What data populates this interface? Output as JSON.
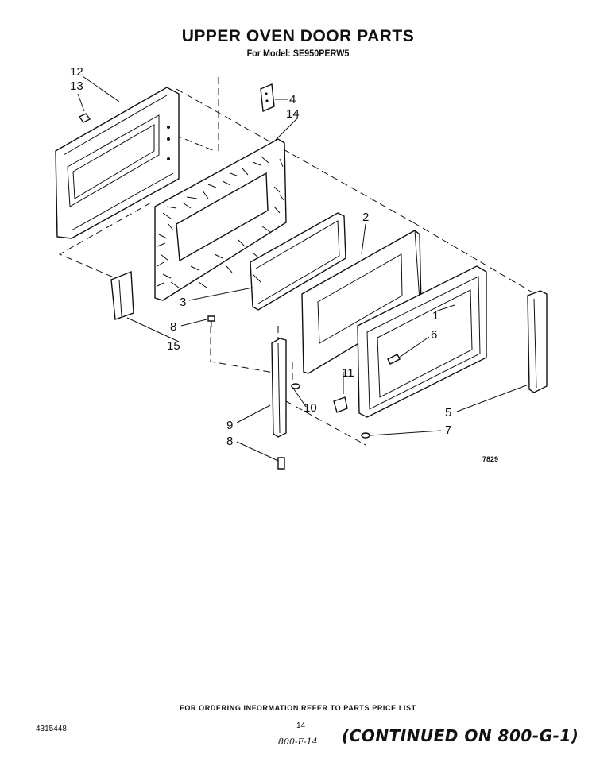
{
  "title": "UPPER OVEN DOOR PARTS",
  "subtitle": "For Model: SE950PERW5",
  "callouts": {
    "c12": "12",
    "c13": "13",
    "c4": "4",
    "c14": "14",
    "c2": "2",
    "c3": "3",
    "c8a": "8",
    "c15": "15",
    "c1": "1",
    "c6": "6",
    "c11": "11",
    "c10": "10",
    "c9": "9",
    "c8b": "8",
    "c5": "5",
    "c7": "7"
  },
  "figure_number": "7829",
  "footer_note": "FOR ORDERING INFORMATION REFER TO PARTS PRICE LIST",
  "document_number": "4315448",
  "page_number": "14",
  "handwritten_ref": "800-F-14",
  "continued_note": "(CONTINUED ON 800-G-1)"
}
